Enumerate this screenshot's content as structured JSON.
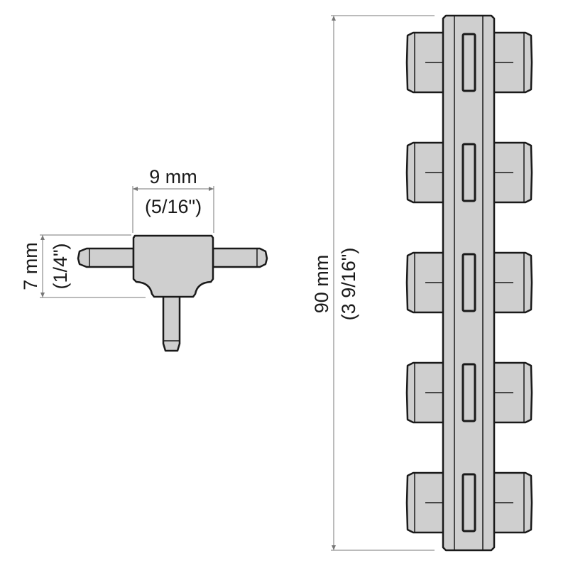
{
  "tee_fitting": {
    "width_mm": "9 mm",
    "width_in": "(5/16\")",
    "height_mm": "7 mm",
    "height_in": "(1/4\")"
  },
  "manifold": {
    "length_mm": "90 mm",
    "length_in": "(3 9/16\")",
    "outlet_count": 5
  },
  "colors": {
    "part_fill": "#cfcfcf",
    "outline": "#1a1a1a",
    "dimension_line": "#777777"
  }
}
